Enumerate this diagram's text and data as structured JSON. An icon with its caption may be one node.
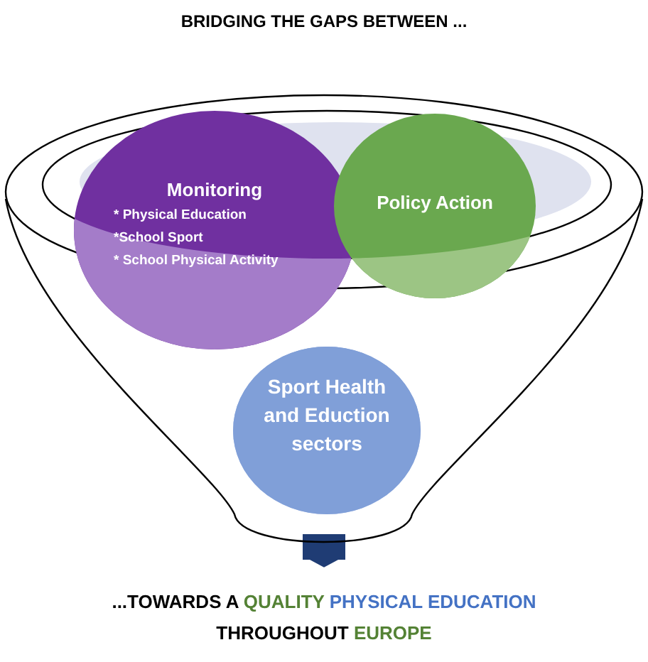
{
  "diagram": {
    "title": "BRIDGING THE GAPS BETWEEN ...",
    "nodes": [
      {
        "text": [],
        "shape": "funnel"
      },
      {
        "text": [
          "Monitoring",
          "* Physical Education",
          "*School Sport",
          "* School Physical Activity"
        ],
        "in": 0
      },
      {
        "text": [
          "Policy Action"
        ],
        "in": 0
      },
      {
        "text": [
          "Sport Health and Eduction sectors"
        ],
        "in": 0
      },
      {
        "text": [
          "...TOWARDS A",
          "QUALITY",
          "PHYSICAL EDUCATION",
          "THROUGHOUT",
          "EUROPE"
        ]
      }
    ],
    "edges": [
      {
        "from": 0,
        "to": 4,
        "arrow": "to"
      }
    ]
  }
}
